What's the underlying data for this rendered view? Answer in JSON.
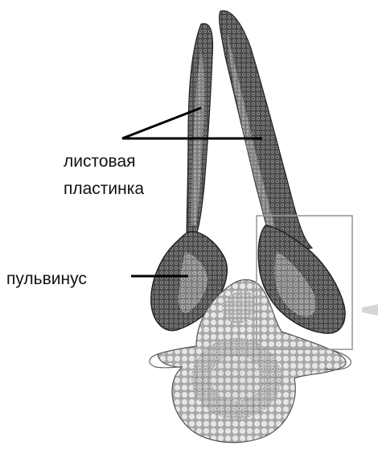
{
  "labels": {
    "blade_line1": "листовая",
    "blade_line2": "пластинка",
    "pulvinus": "пульвинус"
  },
  "colors": {
    "background": "#ffffff",
    "tissue_dark": "#3a3a3a",
    "tissue_mid": "#7a7a7a",
    "tissue_light": "#c8c8c8",
    "frame": "#9a9a9a",
    "pointer": "#000000"
  }
}
